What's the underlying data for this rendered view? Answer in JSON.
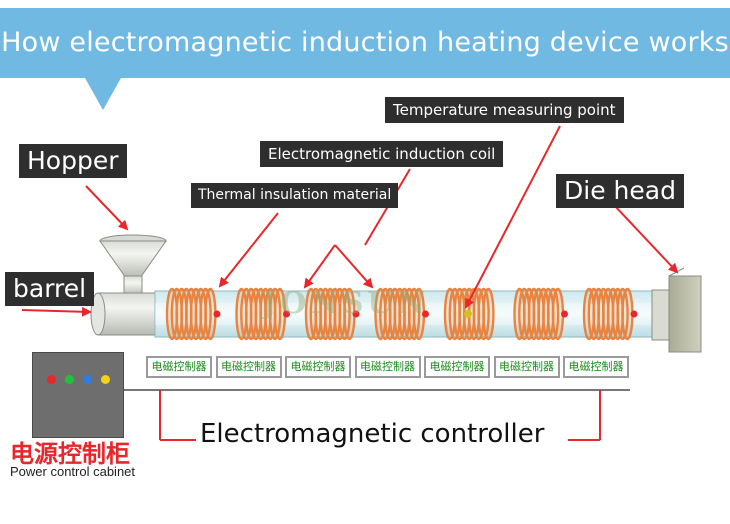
{
  "title": "How electromagnetic induction heating device works",
  "labels": {
    "hopper": "Hopper",
    "barrel": "barrel",
    "die_head": "Die head",
    "thermal_insulation": "Thermal insulation material",
    "induction_coil": "Electromagnetic induction coil",
    "temperature_point": "Temperature measuring point"
  },
  "controllers": [
    "电磁控制器",
    "电磁控制器",
    "电磁控制器",
    "电磁控制器",
    "电磁控制器",
    "电磁控制器",
    "电磁控制器"
  ],
  "controller_label": "Electromagnetic controller",
  "cabinet": {
    "label_cn": "电源控制柜",
    "label_en": "Power control cabinet",
    "led_colors": [
      "#e8272b",
      "#22c13a",
      "#2f7de1",
      "#f2d21b"
    ]
  },
  "watermark": "JONSUN",
  "colors": {
    "banner": "#6fb9e3",
    "coil": "#e9833f",
    "arrow": "#e8272b",
    "wire": "#e8272b"
  }
}
